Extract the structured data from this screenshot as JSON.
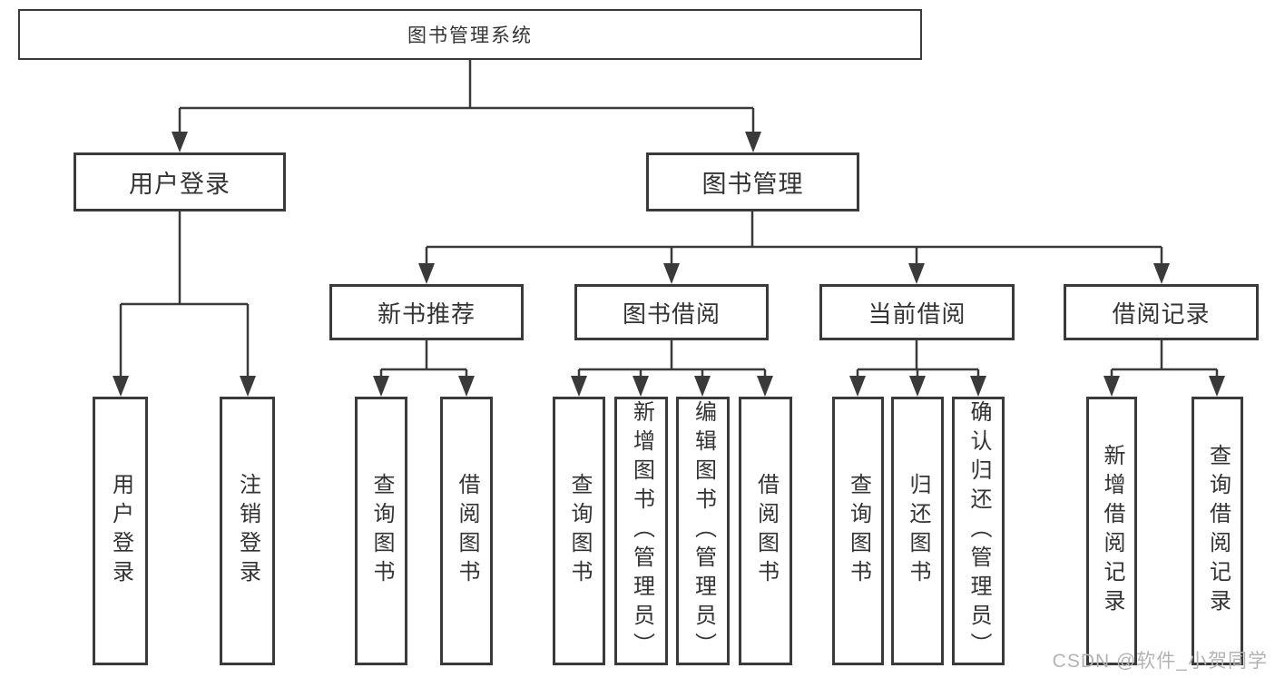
{
  "page": {
    "background": "#ffffff",
    "watermark": {
      "text": "CSDN @软件_小贺同学",
      "color": "#b5b2b2"
    }
  },
  "colors": {
    "line": "#3a3a3a",
    "box_border": "#3a3a3a",
    "text": "#333333"
  },
  "tree": {
    "root": {
      "label": "图书管理系统",
      "children": [
        {
          "label": "用户登录",
          "children": [
            {
              "label": "用户登录"
            },
            {
              "label": "注销登录"
            }
          ]
        },
        {
          "label": "图书管理",
          "children": [
            {
              "label": "新书推荐",
              "children": [
                {
                  "label": "查询图书"
                },
                {
                  "label": "借阅图书"
                }
              ]
            },
            {
              "label": "图书借阅",
              "children": [
                {
                  "label": "查询图书"
                },
                {
                  "label": "新增图书（管理员）"
                },
                {
                  "label": "编辑图书（管理员）"
                },
                {
                  "label": "借阅图书"
                }
              ]
            },
            {
              "label": "当前借阅",
              "children": [
                {
                  "label": "查询图书"
                },
                {
                  "label": "归还图书"
                },
                {
                  "label": "确认归还（管理员）"
                }
              ]
            },
            {
              "label": "借阅记录",
              "children": [
                {
                  "label": "新增借阅记录"
                },
                {
                  "label": "查询借阅记录"
                }
              ]
            }
          ]
        }
      ]
    }
  }
}
